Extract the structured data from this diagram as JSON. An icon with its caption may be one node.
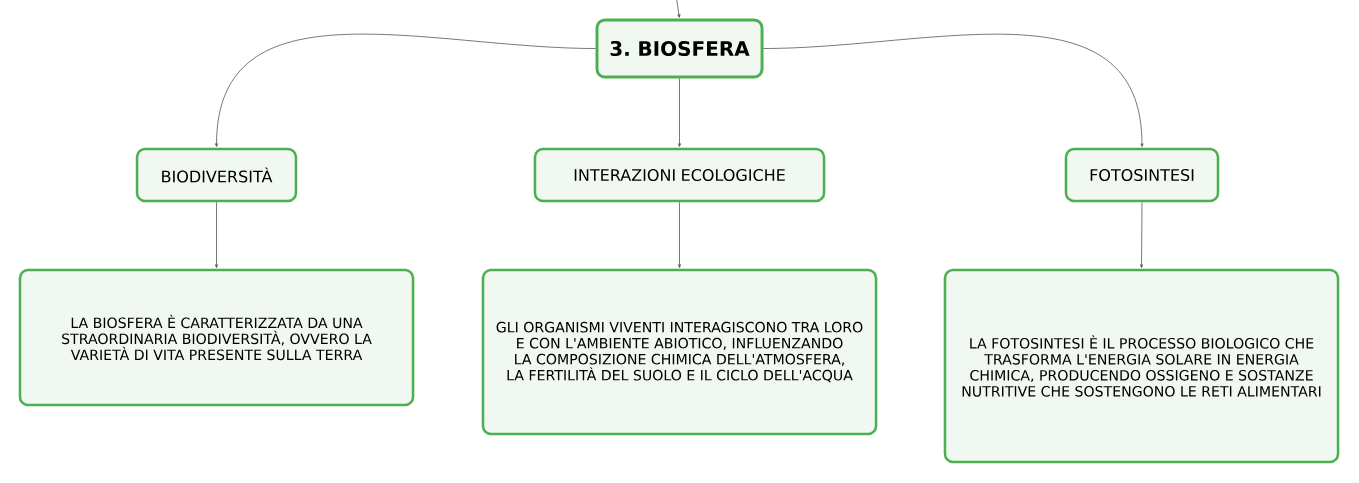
{
  "diagram": {
    "nodes": [
      {
        "text": [
          "3. BIOSFERA"
        ]
      },
      {
        "text": [
          "BIODIVERSITÀ"
        ]
      },
      {
        "text": [
          "INTERAZIONI ECOLOGICHE"
        ]
      },
      {
        "text": [
          "FOTOSINTESI"
        ]
      },
      {
        "text": [
          "LA BIOSFERA È CARATTERIZZATA DA UNA STRAORDINARIA BIODIVERSITÀ, OVVERO LA VARIETÀ DI VITA PRESENTE SULLA TERRA"
        ]
      },
      {
        "text": [
          "GLI ORGANISMI VIVENTI INTERAGISCONO TRA LORO E CON L'AMBIENTE ABIOTICO, INFLUENZANDO LA COMPOSIZIONE CHIMICA DELL'ATMOSFERA, LA FERTILITÀ DEL SUOLO E IL CICLO DELL'ACQUA"
        ]
      },
      {
        "text": [
          "LA FOTOSINTESI È IL PROCESSO BIOLOGICO CHE TRASFORMA L'ENERGIA SOLARE IN ENERGIA CHIMICA, PRODUCENDO OSSIGENO E SOSTANZE NUTRITIVE CHE SOSTENGONO LE RETI ALIMENTARI"
        ]
      }
    ],
    "edges": [
      {
        "from": null,
        "to": 0,
        "arrow": "to"
      },
      {
        "from": 0,
        "to": 1,
        "arrow": "to"
      },
      {
        "from": 0,
        "to": 2,
        "arrow": "to"
      },
      {
        "from": 0,
        "to": 3,
        "arrow": "to"
      },
      {
        "from": 1,
        "to": 4,
        "arrow": "to"
      },
      {
        "from": 2,
        "to": 5,
        "arrow": "to"
      },
      {
        "from": 3,
        "to": 6,
        "arrow": "to"
      }
    ]
  }
}
